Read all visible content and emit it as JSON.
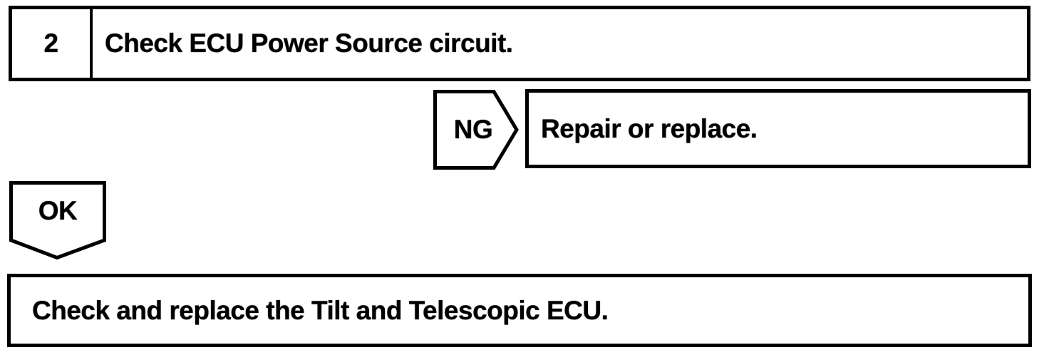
{
  "flowchart": {
    "step": {
      "number": "2",
      "instruction": "Check ECU Power Source circuit."
    },
    "ng_branch": {
      "label": "NG",
      "action": "Repair or replace."
    },
    "ok_branch": {
      "label": "OK"
    },
    "result": {
      "action": "Check and replace the Tilt and Telescopic ECU."
    }
  },
  "colors": {
    "ink": "#000000",
    "paper": "#ffffff"
  }
}
